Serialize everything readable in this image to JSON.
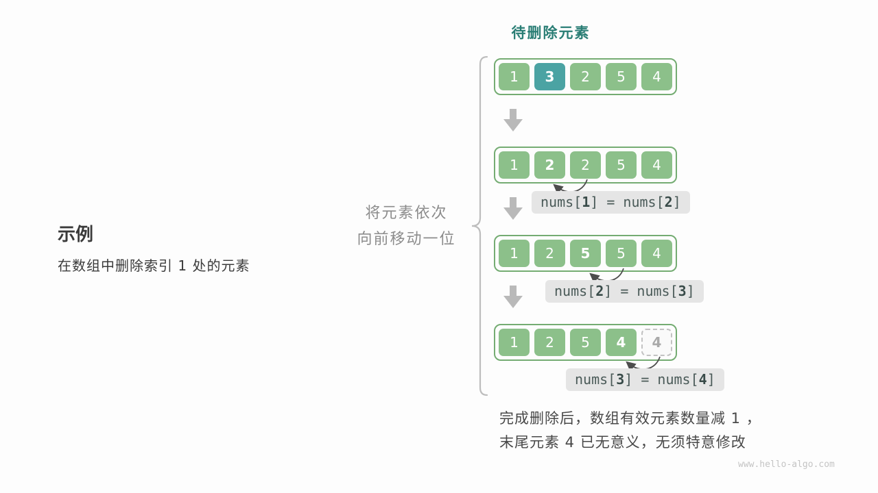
{
  "labels": {
    "pending_delete": "待删除元素",
    "example_title": "示例",
    "example_desc": "在数组中删除索引 1 处的元素",
    "hint_line1": "将元素依次",
    "hint_line2": "向前移动一位",
    "note_line1": "完成删除后，数组有效元素数量减 1 ，",
    "note_line2": "末尾元素 4 已无意义，无须特意修改",
    "watermark": "www.hello-algo.com"
  },
  "diagram": {
    "states": [
      [
        "1",
        "3",
        "2",
        "5",
        "4"
      ],
      [
        "1",
        "2",
        "2",
        "5",
        "4"
      ],
      [
        "1",
        "2",
        "5",
        "5",
        "4"
      ],
      [
        "1",
        "2",
        "5",
        "4",
        "4"
      ]
    ],
    "highlight_cell": {
      "state": 0,
      "index": 1
    },
    "moved_cells": [
      {
        "state": 1,
        "index": 1
      },
      {
        "state": 2,
        "index": 2
      },
      {
        "state": 3,
        "index": 3
      }
    ],
    "ghost_cell": {
      "state": 3,
      "index": 4
    },
    "code_labels": [
      {
        "pre": "nums[",
        "i": "1",
        "mid": "] = nums[",
        "j": "2",
        "post": "]"
      },
      {
        "pre": "nums[",
        "i": "2",
        "mid": "] = nums[",
        "j": "3",
        "post": "]"
      },
      {
        "pre": "nums[",
        "i": "3",
        "mid": "] = nums[",
        "j": "4",
        "post": "]"
      }
    ]
  },
  "colors": {
    "cell_green": "#8CC08A",
    "container_border_green": "#74AC72",
    "highlight_teal": "#4BA3A3",
    "pending_label_teal": "#2A7E75",
    "block_arrow_gray": "#B9B9B9",
    "chip_bg_gray": "#E5E5E5",
    "text_dark": "#3F3F3F",
    "hint_gray": "#8C8C8C"
  }
}
